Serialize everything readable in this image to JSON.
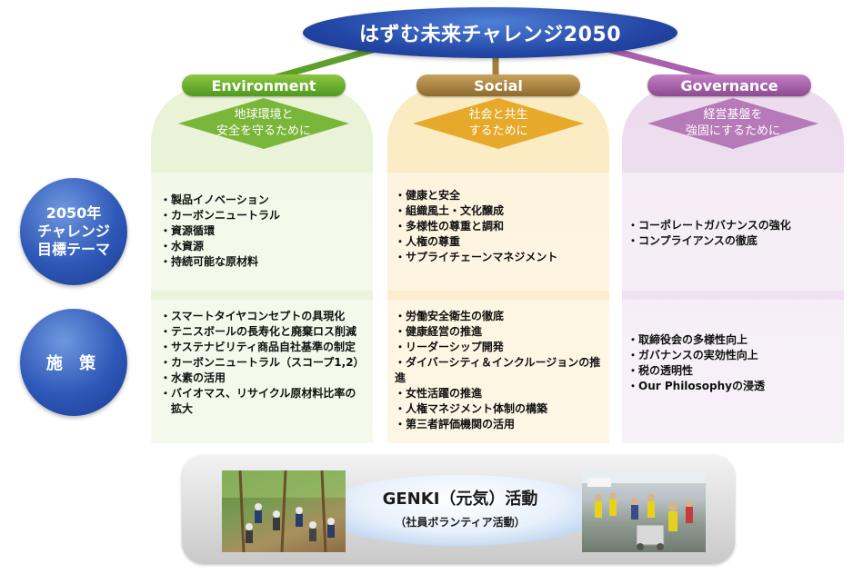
{
  "title": "はずむ未来チャレンジ2050",
  "colors": {
    "title_blue": "#2447a6",
    "environment": "#6fae2c",
    "social": "#a57e3c",
    "governance": "#a861ab"
  },
  "columns": [
    {
      "name": "Environment",
      "theme": [
        "地球環境と",
        "安全を守るために"
      ],
      "goals": [
        "製品イノベーション",
        "カーボンニュートラル",
        "資源循環",
        "水資源",
        "持続可能な原材料"
      ],
      "measures": [
        "スマートタイヤコンセプトの具現化",
        "テニスボールの長寿化と廃棄ロス削減",
        "サステナビリティ商品自社基準の制定",
        "カーボンニュートラル（スコープ1,2）",
        "水素の活用",
        "バイオマス、リサイクル原材料比率の",
        "拡大"
      ]
    },
    {
      "name": "Social",
      "theme": [
        "社会と共生",
        "するために"
      ],
      "goals": [
        "健康と安全",
        "組織風土・文化醸成",
        "多様性の尊重と調和",
        "人権の尊重",
        "サプライチェーンマネジメント"
      ],
      "measures": [
        "労働安全衛生の徹底",
        "健康経営の推進",
        "リーダーシップ開発",
        "ダイバーシティ＆インクルージョンの推進",
        "女性活躍の推進",
        "人権マネジメント体制の構築",
        "第三者評価機関の活用"
      ]
    },
    {
      "name": "Governance",
      "theme": [
        "経営基盤を",
        "強固にするために"
      ],
      "goals": [
        "コーポレートガバナンスの強化",
        "コンプライアンスの徹底"
      ],
      "measures": [
        "取締役会の多様性向上",
        "ガバナンスの実効性向上",
        "税の透明性",
        "Our Philosophyの浸透"
      ]
    }
  ],
  "rows": {
    "goal_label": [
      "2050年",
      "チャレンジ",
      "目標テーマ"
    ],
    "measures_label": "施 策"
  },
  "genki": {
    "title": "GENKI（元気）活動",
    "subtitle": "（社員ボランティア活動）"
  }
}
